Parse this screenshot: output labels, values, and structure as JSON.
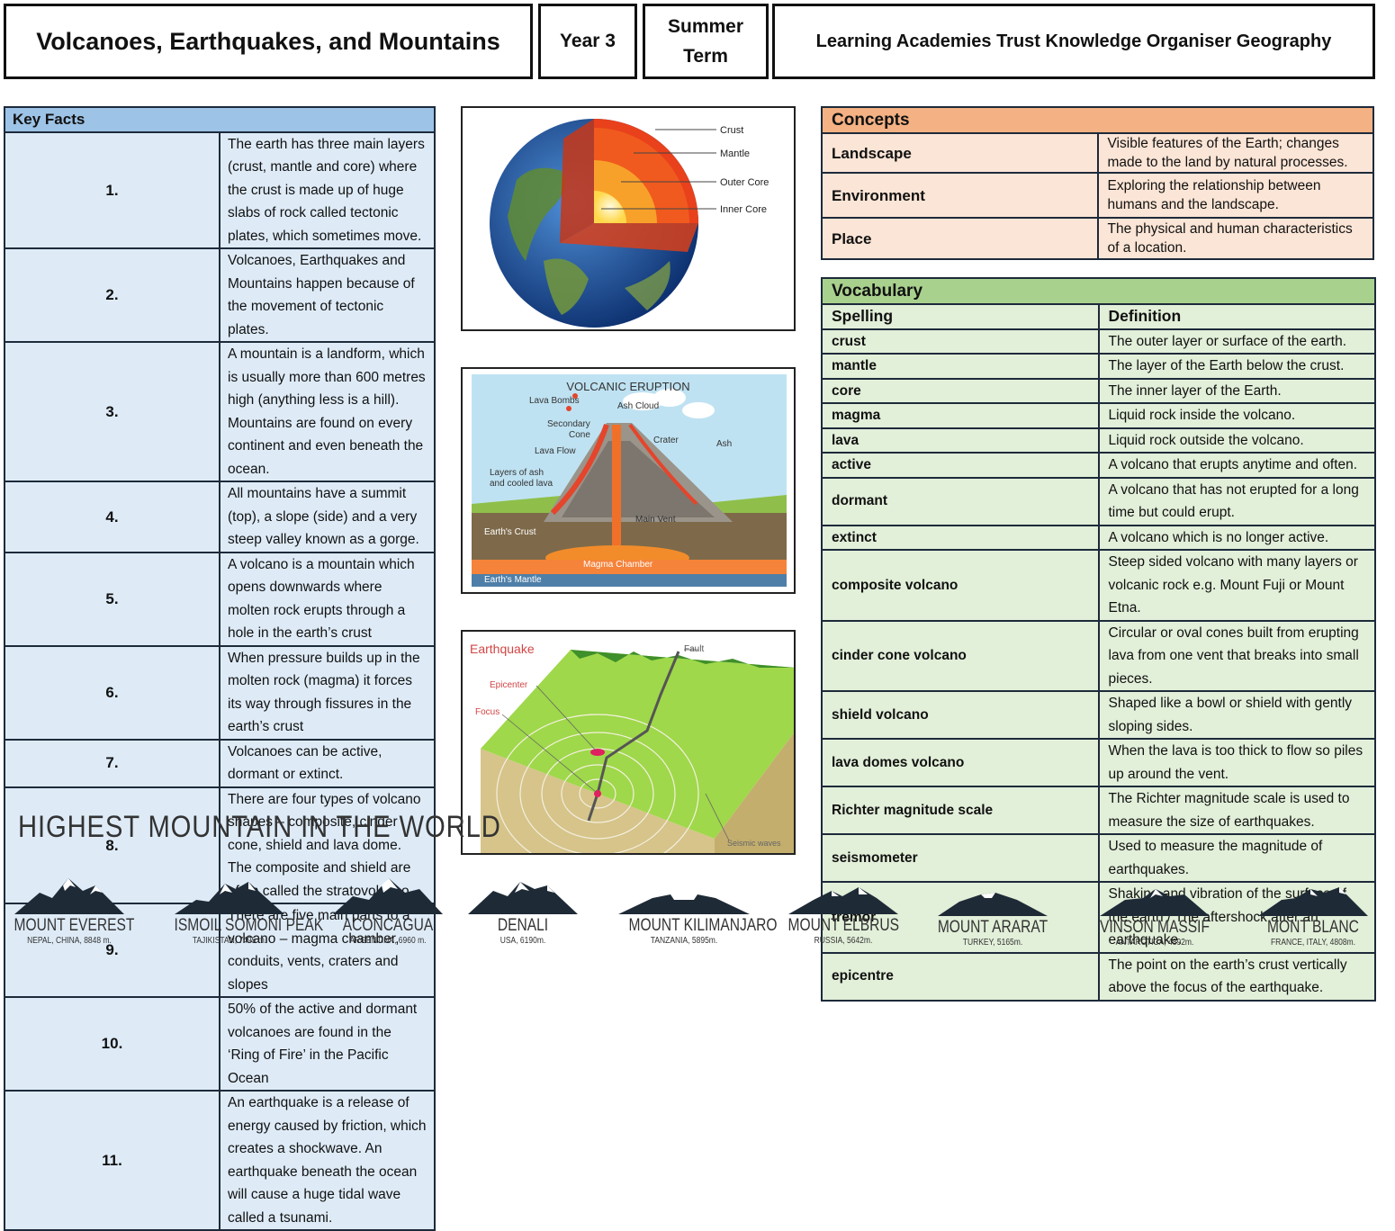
{
  "header": {
    "title": "Volcanoes, Earthquakes, and Mountains",
    "year": "Year 3",
    "term_line1": "Summer",
    "term_line2": "Term",
    "organisation": "Learning Academies Trust Knowledge Organiser Geography"
  },
  "key_facts": {
    "heading": "Key Facts",
    "items": [
      {
        "num": "1.",
        "text": "The earth has three main layers (crust, mantle and core) where the crust is made up of huge slabs of rock called tectonic plates, which sometimes move."
      },
      {
        "num": "2.",
        "text": "Volcanoes, Earthquakes and Mountains happen because of the movement of tectonic plates."
      },
      {
        "num": "3.",
        "text": "A mountain is a landform, which is usually more than 600 metres high (anything less is a hill).  Mountains are found on every continent and even beneath the ocean."
      },
      {
        "num": "4.",
        "text": "All mountains have a summit (top), a slope (side) and a very steep valley known as a gorge."
      },
      {
        "num": "5.",
        "text": "A volcano is a mountain which opens downwards where molten rock erupts through a hole in the earth’s crust"
      },
      {
        "num": "6.",
        "text": "When pressure builds up in the molten rock (magma) it forces its way through fissures in the earth’s crust"
      },
      {
        "num": "7.",
        "text": "Volcanoes can be active, dormant or extinct."
      },
      {
        "num": "8.",
        "text": "There are four types of volcano shapes – composite, cinder cone, shield and lava dome.  The composite and shield are often called the stratovolcano"
      },
      {
        "num": "9.",
        "text": "There are five main parts to a volcano – magma chamber, conduits, vents, craters and slopes"
      },
      {
        "num": "10.",
        "text": "50% of the active and dormant volcanoes are found in the ‘Ring of Fire’ in the Pacific Ocean"
      },
      {
        "num": "11.",
        "text": "An earthquake is a release of energy caused by friction, which creates a shockwave. An earthquake beneath the ocean will cause a huge tidal wave called a tsunami."
      }
    ]
  },
  "concepts": {
    "heading": "Concepts",
    "items": [
      {
        "term": "Landscape",
        "def": "Visible features of the Earth; changes made to the land by natural processes."
      },
      {
        "term": "Environment",
        "def": "Exploring the relationship between humans and the landscape."
      },
      {
        "term": "Place",
        "def": "The physical and human characteristics of a location."
      }
    ]
  },
  "vocabulary": {
    "heading": "Vocabulary",
    "col_spelling": "Spelling",
    "col_definition": "Definition",
    "items": [
      {
        "term": "crust",
        "def": "The outer layer or surface of the earth."
      },
      {
        "term": "mantle",
        "def": "The layer of the Earth below the crust."
      },
      {
        "term": "core",
        "def": "The inner layer of the Earth."
      },
      {
        "term": "magma",
        "def": "Liquid rock inside the volcano."
      },
      {
        "term": "lava",
        "def": "Liquid rock outside the volcano."
      },
      {
        "term": "active",
        "def": "A volcano that erupts anytime and often."
      },
      {
        "term": "dormant",
        "def": "A volcano that has not erupted for a long time but could erupt."
      },
      {
        "term": "extinct",
        "def": "A volcano which is no longer active."
      },
      {
        "term": "composite volcano",
        "def": "Steep sided volcano with many layers or volcanic rock e.g. Mount Fuji or Mount Etna."
      },
      {
        "term": "cinder cone volcano",
        "def": "Circular or oval cones built from erupting lava from one vent that breaks into small pieces."
      },
      {
        "term": "shield volcano",
        "def": "Shaped like a bowl or shield with gently sloping sides."
      },
      {
        "term": "lava domes volcano",
        "def": "When the lava is too thick to flow so piles up around the vent."
      },
      {
        "term": "Richter magnitude scale",
        "def": "The Richter magnitude scale is used to measure the size of earthquakes."
      },
      {
        "term": "seismometer",
        "def": "Used to measure the magnitude of earthquakes."
      },
      {
        "term": "tremor",
        "def": "Shaking and vibration of the surface of the earth / The aftershock after an earthquake."
      },
      {
        "term": "epicentre",
        "def": "The point on the earth’s crust vertically above the focus of the earthquake."
      }
    ]
  },
  "earth_diagram": {
    "labels": [
      "Crust",
      "Mantle",
      "Outer Core",
      "Inner Core"
    ]
  },
  "volcano_diagram": {
    "title": "VOLCANIC ERUPTION",
    "lava_bombs": "Lava Bombs",
    "ash_cloud": "Ash Cloud",
    "secondary_cone_1": "Secondary",
    "secondary_cone_2": "Cone",
    "crater": "Crater",
    "ash": "Ash",
    "lava_flow": "Lava Flow",
    "layers_1": "Layers of ash",
    "layers_2": "and cooled lava",
    "main_vent": "Main Vent",
    "earths_crust": "Earth's Crust",
    "magma_chamber": "Magma Chamber",
    "earths_mantle": "Earth's Mantle"
  },
  "earthquake_diagram": {
    "title": "Earthquake",
    "fault": "Fault",
    "epicenter": "Epicenter",
    "focus": "Focus",
    "seismic_waves": "Seismic waves"
  },
  "mountains": {
    "heading": "HIGHEST MOUNTAIN IN THE WORLD",
    "items": [
      {
        "name": "MOUNT EVEREST",
        "location": "NEPAL, CHINA, 8848 m."
      },
      {
        "name": "ISMOIL SOMONI PEAK",
        "location": "TAJIKISTAN, 7495 m."
      },
      {
        "name": "ACONCAGUA",
        "location": "ARGENTINA, 6960 m."
      },
      {
        "name": "DENALI",
        "location": "USA, 6190m."
      },
      {
        "name": "MOUNT KILIMANJARO",
        "location": "TANZANIA, 5895m."
      },
      {
        "name": "MOUNT ELBRUS",
        "location": "RUSSIA, 5642m."
      },
      {
        "name": "MOUNT ARARAT",
        "location": "TURKEY, 5165m."
      },
      {
        "name": "VINSON MASSIF",
        "location": "ANTARCTICA, 4892m."
      },
      {
        "name": "MONT BLANC",
        "location": "FRANCE, ITALY, 4808m."
      }
    ]
  }
}
